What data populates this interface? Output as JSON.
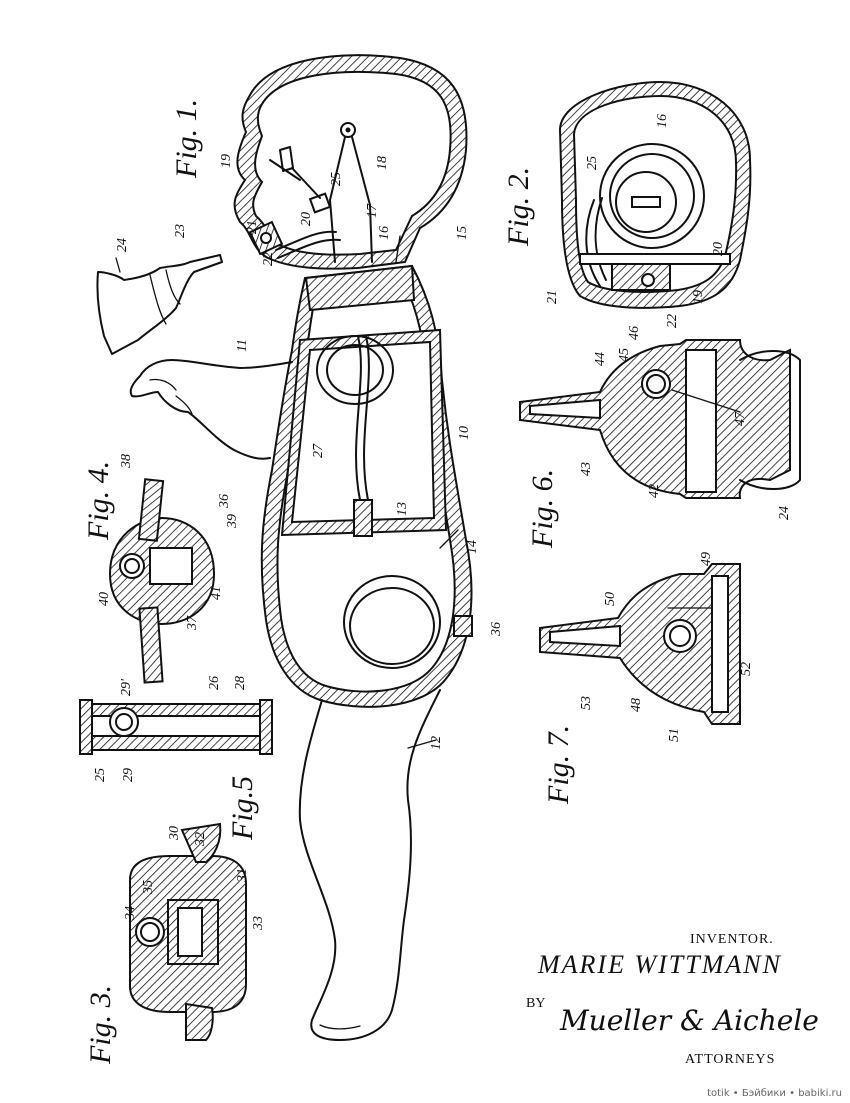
{
  "figures": {
    "fig1": "Fig. 1.",
    "fig2": "Fig. 2.",
    "fig3": "Fig. 3.",
    "fig4": "Fig. 4.",
    "fig5": "Fig.5",
    "fig6": "Fig. 6.",
    "fig7": "Fig. 7."
  },
  "refs": {
    "fig1": [
      "24",
      "23",
      "19",
      "21",
      "20",
      "22",
      "25",
      "17",
      "18",
      "16",
      "15",
      "11",
      "10",
      "27",
      "13",
      "14",
      "36",
      "12"
    ],
    "fig2": [
      "16",
      "25",
      "20",
      "21",
      "19",
      "46",
      "22"
    ],
    "fig3": [
      "34",
      "35",
      "30",
      "32",
      "31",
      "33"
    ],
    "fig4": [
      "38",
      "36",
      "39",
      "41",
      "40",
      "37"
    ],
    "fig5": [
      "29'",
      "26",
      "28",
      "25",
      "29"
    ],
    "fig6": [
      "44",
      "45",
      "47",
      "43",
      "42",
      "24"
    ],
    "fig7": [
      "49",
      "50",
      "52",
      "53",
      "48",
      "51"
    ]
  },
  "inventor": {
    "title": "INVENTOR.",
    "name": "MARIE WITTMANN",
    "by": "BY",
    "signature": "Mueller & Aichele",
    "attorneys": "ATTORNEYS"
  },
  "watermark": "totik • Бэйбики • babiki.ru"
}
